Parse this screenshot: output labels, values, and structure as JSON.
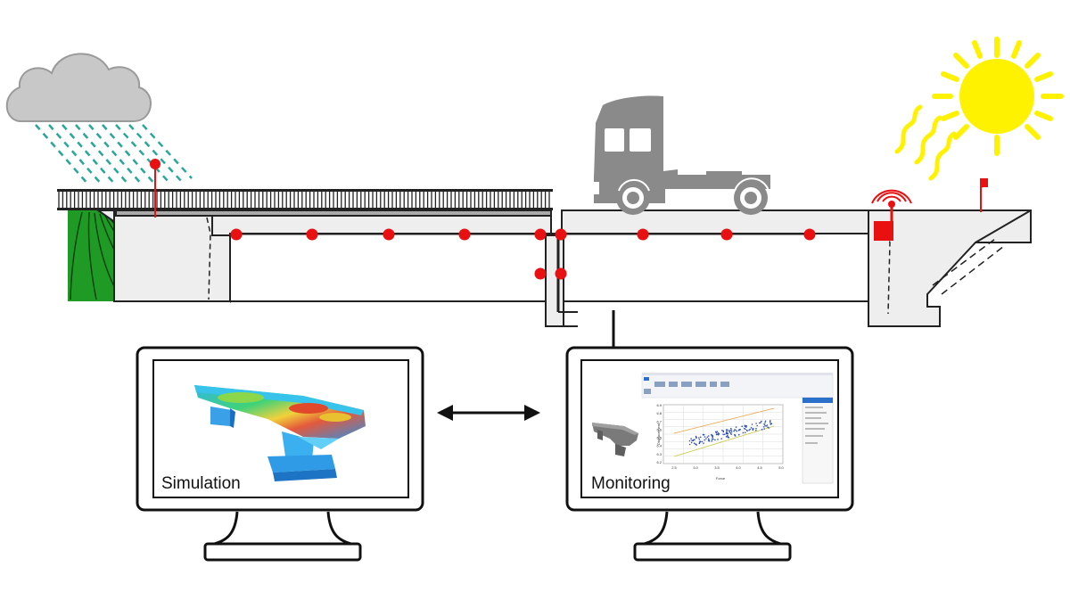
{
  "labels": {
    "simulation": "Simulation",
    "monitoring": "Monitoring"
  },
  "mini_chart": {
    "xlabel": "Force",
    "ylabel": "Displacement",
    "x_ticks": [
      "2.5",
      "3.0",
      "3.5",
      "4.0",
      "4.5",
      "5.0"
    ],
    "y_ticks": [
      "6.9",
      "6.8",
      "6.7",
      "6.6",
      "6.5",
      "6.4",
      "6.3",
      "6.2"
    ]
  },
  "colors": {
    "sensor": "#e81010",
    "bridge_fill": "#eeeeee",
    "bridge_line": "#222222",
    "grass": "#1f9b25",
    "sun": "#fff200",
    "rain": "#2aa79a",
    "cloud": "#c8c8c8",
    "truck": "#8a8a8a",
    "monitor_frame": "#111111"
  },
  "icons": {
    "cloud": "rain-cloud-icon",
    "sun": "sun-icon",
    "truck": "truck-icon",
    "flag": "flag-icon",
    "antenna": "wireless-antenna-icon",
    "arrow_down": "arrow-down-icon",
    "arrow_both": "double-arrow-icon"
  }
}
